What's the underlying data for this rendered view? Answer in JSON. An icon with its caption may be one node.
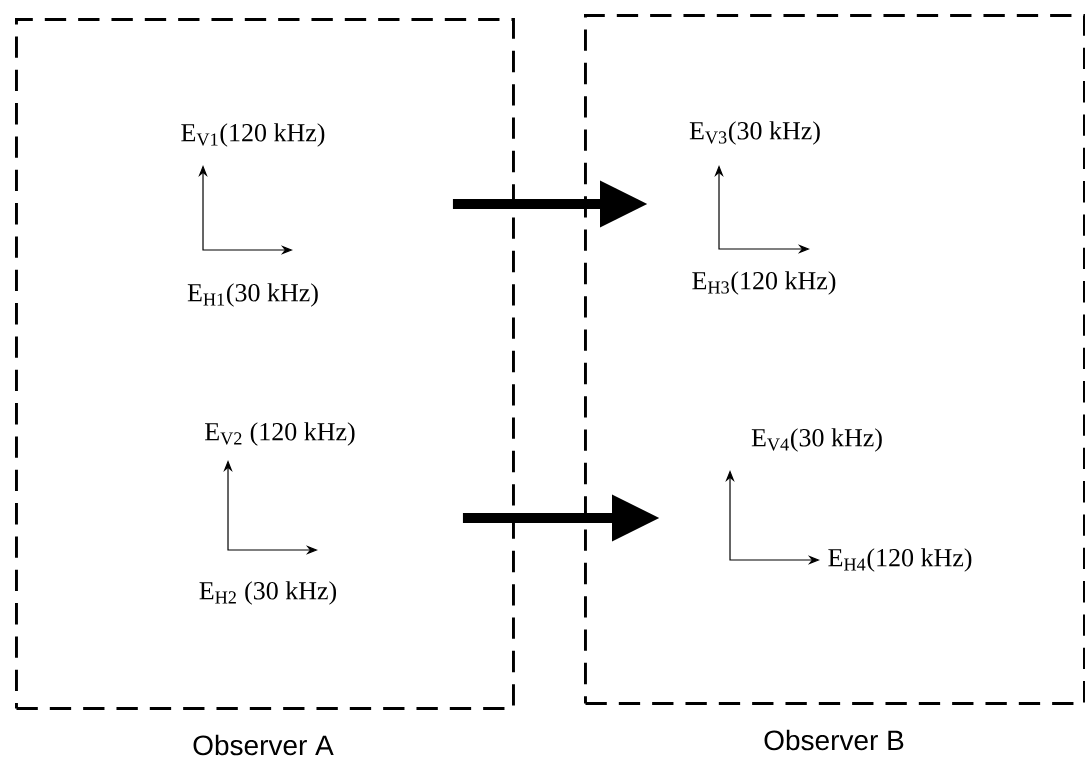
{
  "diagram": {
    "nodes": [
      {
        "text": [
          "Observer A"
        ]
      },
      {
        "text": [
          "Observer B"
        ]
      }
    ],
    "edges": [
      {
        "from": 0,
        "to": 1,
        "arrow": "to"
      },
      {
        "from": 0,
        "to": 1,
        "arrow": "to"
      }
    ],
    "labels": [
      "E$_{V1}$(120 kHz)",
      "E$_{V3}$(30 kHz)",
      "E$_{H1}$(30 kHz)",
      "E$_{H3}$(120 kHz)",
      "E$_{V2}$ (120 kHz)",
      "E$_{V4}$(30 kHz)",
      "E$_{H4}$(120 kHz)",
      "E$_{H2}$ (30 kHz)"
    ]
  }
}
